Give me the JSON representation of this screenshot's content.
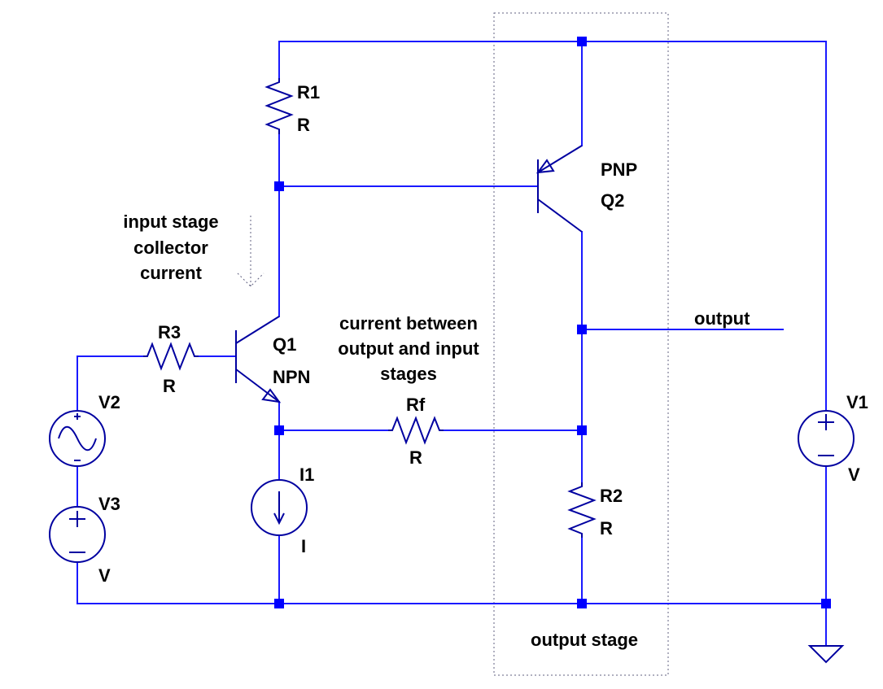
{
  "colors": {
    "wire": "#1a1aff",
    "component": "#0000a0",
    "node": "#0000ff",
    "text": "#000000",
    "annotation_box": "#606080"
  },
  "components": {
    "r1": {
      "name": "R1",
      "value": "R"
    },
    "r2": {
      "name": "R2",
      "value": "R"
    },
    "r3": {
      "name": "R3",
      "value": "R"
    },
    "rf": {
      "name": "Rf",
      "value": "R"
    },
    "q1": {
      "name": "Q1",
      "type": "NPN"
    },
    "q2": {
      "type": "PNP",
      "name": "Q2"
    },
    "v1": {
      "name": "V1",
      "value": "V"
    },
    "v2": {
      "name": "V2"
    },
    "v3": {
      "name": "V3",
      "value": "V"
    },
    "i1": {
      "name": "I1",
      "value": "I"
    }
  },
  "net_labels": {
    "output": "output"
  },
  "annotations": {
    "input_current": [
      "input stage",
      "collector",
      "current"
    ],
    "feedback_current": [
      "current between",
      "output and input",
      "stages"
    ],
    "output_stage": "output stage"
  },
  "icons": [
    "ground-icon",
    "dotted-arrow-icon",
    "sine-source-icon",
    "current-arrow-icon"
  ]
}
